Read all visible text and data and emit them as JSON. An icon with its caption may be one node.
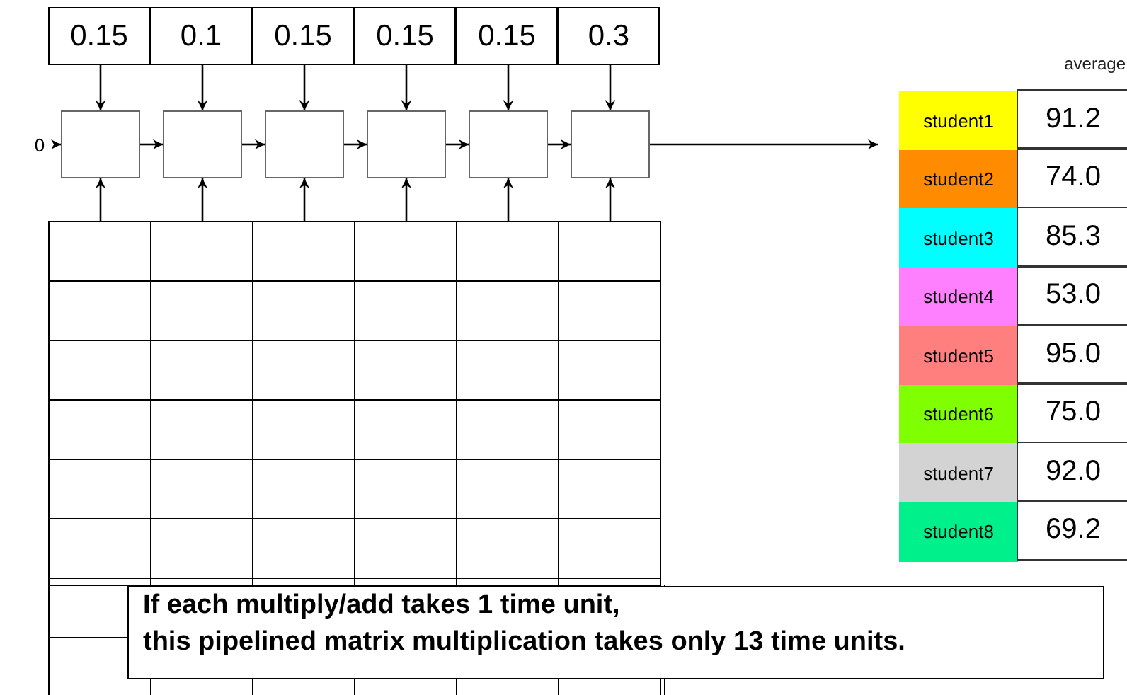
{
  "diagram": {
    "nodes": [
      {
        "text": [
          "0.15"
        ]
      },
      {
        "text": [
          "0.1"
        ]
      },
      {
        "text": [
          "0.15"
        ]
      },
      {
        "text": [
          "0.15"
        ]
      },
      {
        "text": [
          "0.15"
        ]
      },
      {
        "text": [
          "0.3"
        ]
      },
      {
        "text": [
          "0"
        ]
      },
      {
        "text": [],
        "shape": "box"
      },
      {
        "text": [],
        "shape": "box"
      },
      {
        "text": [],
        "shape": "box"
      },
      {
        "text": [],
        "shape": "box"
      },
      {
        "text": [],
        "shape": "box"
      },
      {
        "text": [],
        "shape": "box"
      },
      {
        "text": [],
        "shape": "box"
      },
      {
        "text": [],
        "shape": "box"
      },
      {
        "text": [],
        "shape": "box"
      },
      {
        "text": [],
        "shape": "box"
      },
      {
        "text": [],
        "shape": "box"
      },
      {
        "text": [],
        "shape": "box"
      },
      {
        "text": [
          "average"
        ]
      },
      {
        "text": [
          "student1"
        ],
        "in": 19
      },
      {
        "text": [
          "91.2"
        ],
        "in": 19
      },
      {
        "text": [
          "student2"
        ],
        "in": 19
      },
      {
        "text": [
          "74.0"
        ],
        "in": 19
      },
      {
        "text": [
          "student3"
        ],
        "in": 19
      },
      {
        "text": [
          "85.3"
        ],
        "in": 19
      },
      {
        "text": [
          "student4"
        ],
        "in": 19
      },
      {
        "text": [
          "53.0"
        ],
        "in": 19
      },
      {
        "text": [
          "student5"
        ],
        "in": 19
      },
      {
        "text": [
          "95.0"
        ],
        "in": 19
      },
      {
        "text": [
          "student6"
        ],
        "in": 19
      },
      {
        "text": [
          "75.0"
        ],
        "in": 19
      },
      {
        "text": [
          "student7"
        ],
        "in": 19
      },
      {
        "text": [
          "92.0"
        ],
        "in": 19
      },
      {
        "text": [
          "student8"
        ],
        "in": 19
      },
      {
        "text": [
          "69.2"
        ],
        "in": 19
      },
      {
        "text": [
          "If each multiply/add takes 1 time unit,",
          "this pipelined matrix multiplication takes only 13 time units."
        ]
      }
    ],
    "edges": [
      {
        "from": 0,
        "to": 7,
        "arrow": "to"
      },
      {
        "from": 1,
        "to": 8,
        "arrow": "to"
      },
      {
        "from": 2,
        "to": 9,
        "arrow": "to"
      },
      {
        "from": 3,
        "to": 10,
        "arrow": "to"
      },
      {
        "from": 4,
        "to": 11,
        "arrow": "to"
      },
      {
        "from": 5,
        "to": 12,
        "arrow": "to"
      },
      {
        "from": 6,
        "to": 7,
        "arrow": "to"
      },
      {
        "from": 7,
        "to": 8,
        "arrow": "to"
      },
      {
        "from": 8,
        "to": 9,
        "arrow": "to"
      },
      {
        "from": 9,
        "to": 10,
        "arrow": "to"
      },
      {
        "from": 10,
        "to": 11,
        "arrow": "to"
      },
      {
        "from": 11,
        "to": 12,
        "arrow": "to"
      },
      {
        "from": 12,
        "to": 19,
        "arrow": "to"
      },
      {
        "from": 13,
        "to": 7,
        "arrow": "to"
      },
      {
        "from": 14,
        "to": 8,
        "arrow": "to"
      },
      {
        "from": 15,
        "to": 9,
        "arrow": "to"
      },
      {
        "from": 16,
        "to": 10,
        "arrow": "to"
      },
      {
        "from": 17,
        "to": 11,
        "arrow": "to"
      },
      {
        "from": 18,
        "to": 12,
        "arrow": "to"
      }
    ]
  }
}
